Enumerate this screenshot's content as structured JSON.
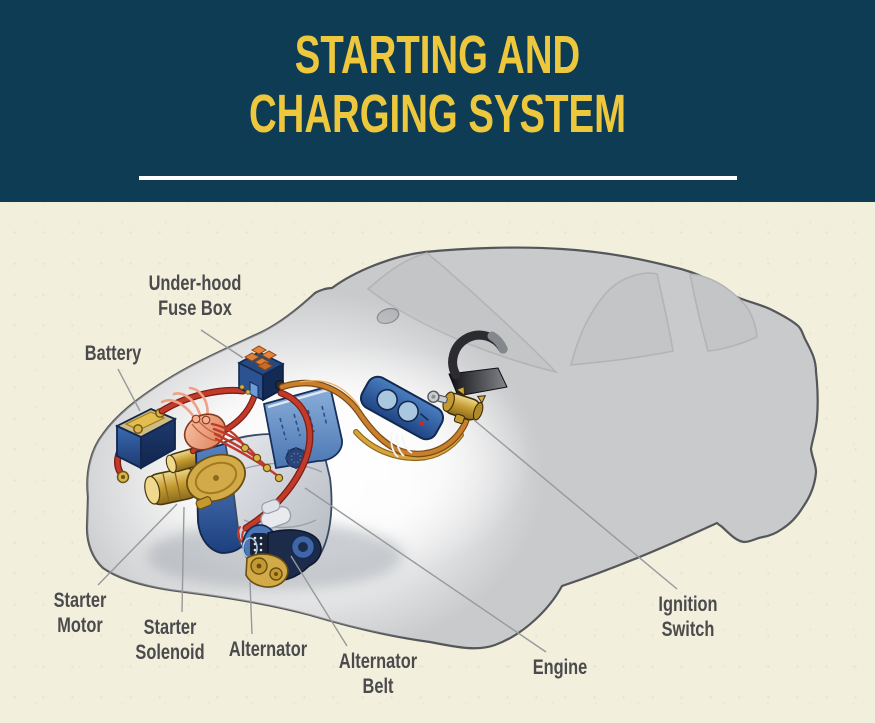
{
  "header": {
    "title_line1": "STARTING AND",
    "title_line2": "CHARGING SYSTEM"
  },
  "labels": {
    "fuse_box": "Under-hood\nFuse Box",
    "battery": "Battery",
    "starter_motor": "Starter\nMotor",
    "starter_solenoid": "Starter\nSolenoid",
    "alternator": "Alternator",
    "alternator_belt": "Alternator\nBelt",
    "engine": "Engine",
    "ignition_switch": "Ignition\nSwitch"
  },
  "colors": {
    "header_bg": "#0e3c55",
    "title_yellow": "#edc73c",
    "bg_cream": "#f2efdd",
    "car_gray": "#c9cacc",
    "car_outline": "#55565a",
    "label_text": "#4b4b4d",
    "leader_line": "#97999b",
    "cable_red": "#c23b2a",
    "cable_orange": "#c87f2e",
    "cable_yellow": "#d9a33c",
    "battery_blue": "#2f5ea8",
    "component_gold": "#d2ab48",
    "component_navy": "#16305e",
    "distributor_salmon": "#f0a183"
  }
}
